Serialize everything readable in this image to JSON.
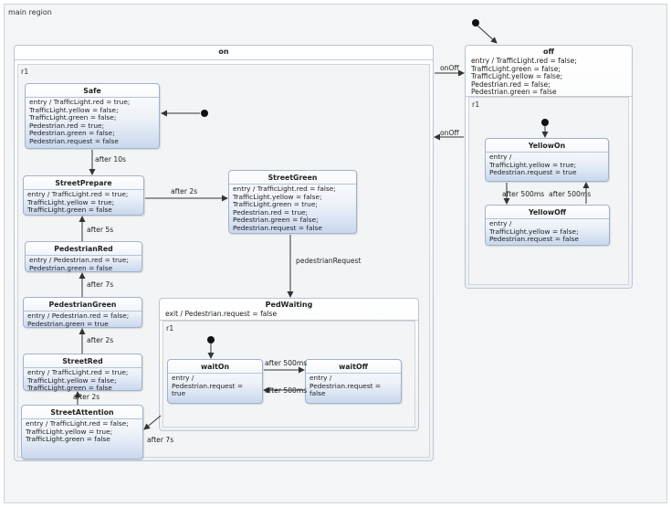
{
  "main_region": {
    "label": "main region"
  },
  "on": {
    "title": "on",
    "region_label": "r1",
    "states": {
      "safe": {
        "title": "Safe",
        "body": "entry / TrafficLight.red = true;\nTrafficLight.yellow = false;\nTrafficLight.green = false;\nPedestrian.red = true;\nPedestrian.green = false;\nPedestrian.request = false"
      },
      "street_prepare": {
        "title": "StreetPrepare",
        "body": "entry / TrafficLight.red = true;\nTrafficLight.yellow = true;\nTrafficLight.green = false"
      },
      "street_green": {
        "title": "StreetGreen",
        "body": "entry / TrafficLight.red = false;\nTrafficLight.yellow = false;\nTrafficLight.green = true;\nPedestrian.red = true;\nPedestrian.green = false;\nPedestrian.request = false"
      },
      "pedestrian_red": {
        "title": "PedestrianRed",
        "body": "entry / Pedestrian.red = true;\nPedestrian.green = false"
      },
      "pedestrian_green": {
        "title": "PedestrianGreen",
        "body": "entry / Pedestrian.red = false;\nPedestrian.green = true"
      },
      "street_red": {
        "title": "StreetRed",
        "body": "entry / TrafficLight.red = true;\nTrafficLight.yellow = false;\nTrafficLight.green = false"
      },
      "street_attention": {
        "title": "StreetAttention",
        "body": "entry / TrafficLight.red = false;\nTrafficLight.yellow = true;\nTrafficLight.green = false"
      }
    },
    "ped_waiting": {
      "title": "PedWaiting",
      "exit": "exit / Pedestrian.request = false",
      "region_label": "r1",
      "wait_on": {
        "title": "waitOn",
        "body": "entry /\nPedestrian.request =\ntrue"
      },
      "wait_off": {
        "title": "waitOff",
        "body": "entry /\nPedestrian.request =\nfalse"
      }
    }
  },
  "off": {
    "title": "off",
    "entry": "entry / TrafficLight.red = false;\nTrafficLight.green = false;\nTrafficLight.yellow = false;\nPedestrian.red = false;\nPedestrian.green = false",
    "region_label": "r1",
    "yellow_on": {
      "title": "YellowOn",
      "body": "entry /\nTrafficLight.yellow = true;\nPedestrian.request = true"
    },
    "yellow_off": {
      "title": "YellowOff",
      "body": "entry /\nTrafficLight.yellow = false;\nPedestrian.request = false"
    }
  },
  "transitions": {
    "after_10s": "after 10s",
    "after_2s_a": "after 2s",
    "after_5s": "after 5s",
    "after_7s_a": "after 7s",
    "after_2s_b": "after 2s",
    "after_2s_c": "after 2s",
    "after_7s_b": "after 7s",
    "pedestrian_request": "pedestrianRequest",
    "wait_after_500_a": "after 500ms",
    "wait_after_500_b": "after 500ms",
    "on_off_a": "onOff",
    "on_off_b": "onOff",
    "yellow_after_500_a": "after 500ms",
    "yellow_after_500_b": "after 500ms"
  }
}
